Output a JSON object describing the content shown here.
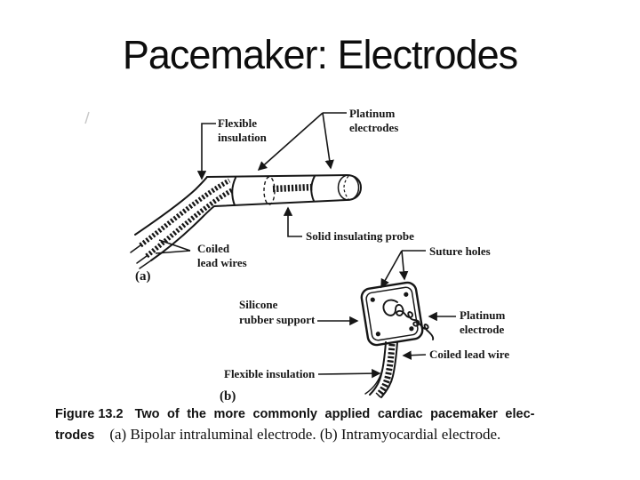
{
  "slide": {
    "title": "Pacemaker: Electrodes"
  },
  "colors": {
    "background": "#ffffff",
    "ink": "#161616"
  },
  "figure": {
    "labels_a": {
      "flexible_insulation_1": "Flexible",
      "flexible_insulation_2": "insulation",
      "platinum_electrodes_1": "Platinum",
      "platinum_electrodes_2": "electrodes",
      "coiled_lead_wires_1": "Coiled",
      "coiled_lead_wires_2": "lead wires",
      "solid_insulating_probe": "Solid insulating probe",
      "tag": "(a)"
    },
    "labels_b": {
      "suture_holes": "Suture holes",
      "silicone_rubber_support_1": "Silicone",
      "silicone_rubber_support_2": "rubber support",
      "platinum_electrode_1": "Platinum",
      "platinum_electrode_2": "electrode",
      "coiled_lead_wire": "Coiled lead wire",
      "flexible_insulation": "Flexible insulation",
      "tag": "(b)"
    }
  },
  "caption": {
    "figure_label": "Figure 13.2",
    "line1_rest": "Two of the more commonly applied cardiac pacemaker elec-",
    "line2_bold": "trodes",
    "line2_text": "(a) Bipolar intraluminal electrode. (b) Intramyocardial electrode."
  }
}
